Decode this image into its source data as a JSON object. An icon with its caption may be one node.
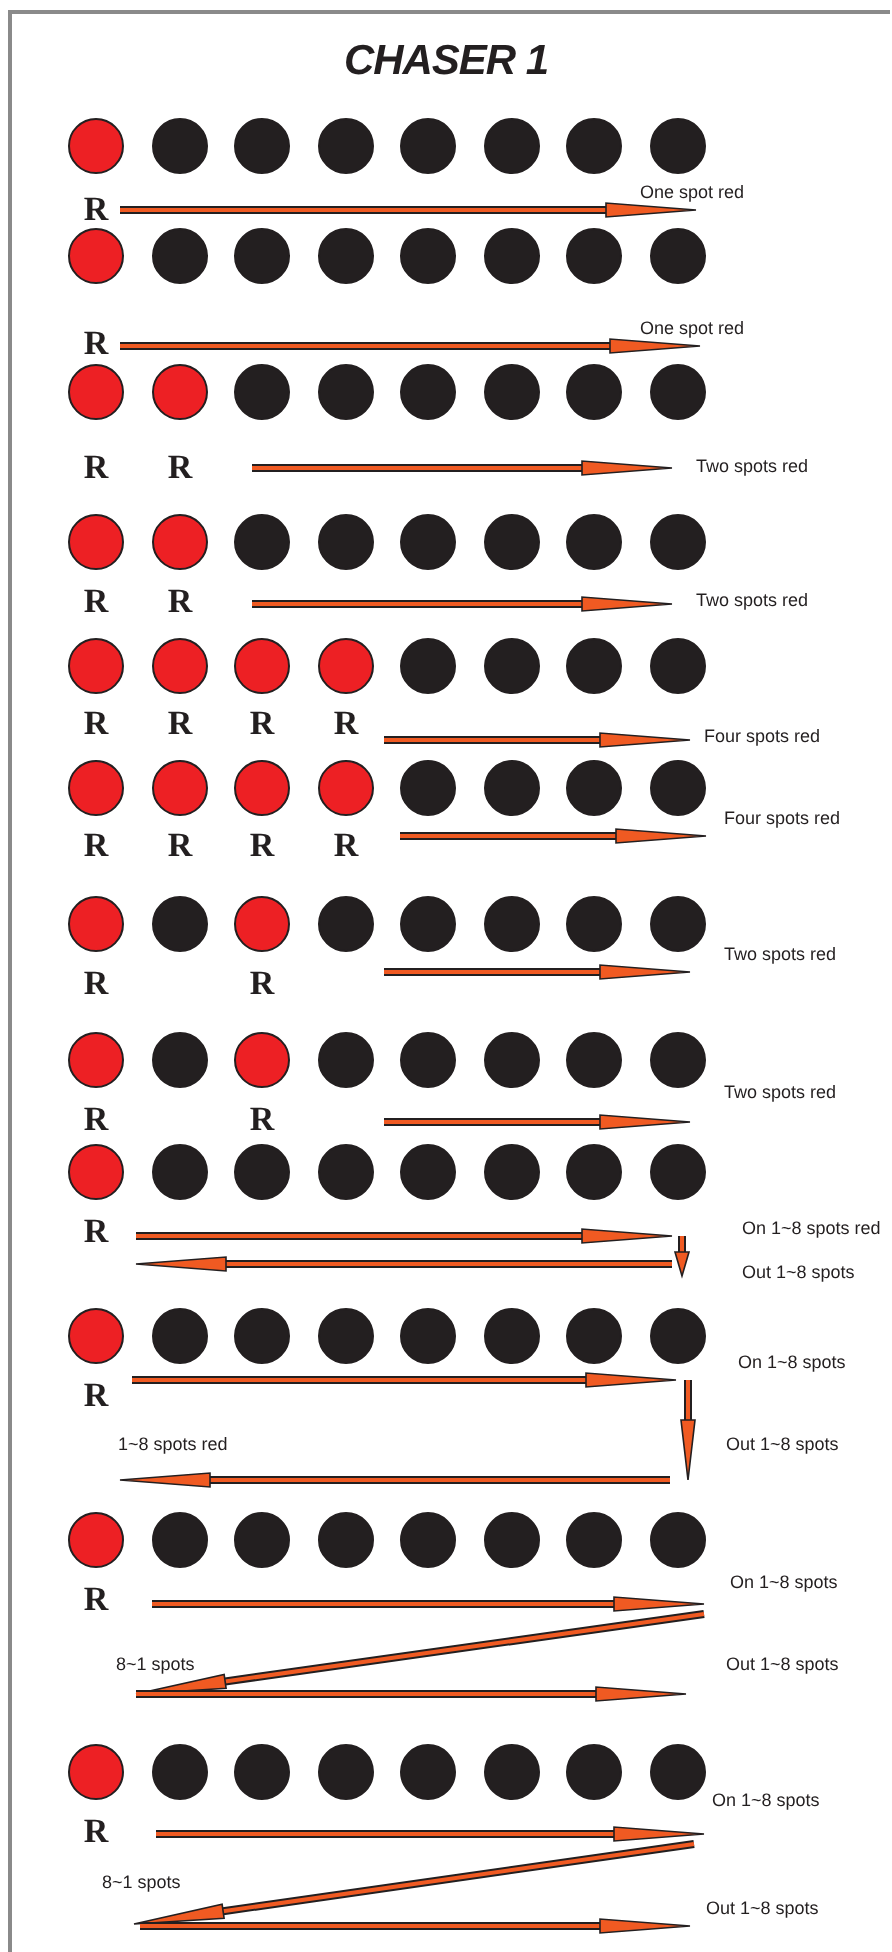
{
  "diagram": {
    "title": "CHASER 1",
    "labels": [
      "R",
      "One spot red",
      "R",
      "One spot red",
      "R",
      "R",
      "Two spots red",
      "R",
      "R",
      "Two spots red",
      "R",
      "R",
      "R",
      "R",
      "Four spots red",
      "R",
      "R",
      "R",
      "R",
      "Four spots red",
      "R",
      "R",
      "Two spots red",
      "R",
      "R",
      "Two spots red",
      "R",
      "On 1~8 spots red",
      "Out 1~8 spots",
      "R",
      "On 1~8 spots",
      "1~8 spots red",
      "Out 1~8 spots",
      "R",
      "On 1~8 spots",
      "8~1 spots",
      "Out 1~8 spots",
      "R",
      "On 1~8 spots",
      "8~1 spots",
      "Out 1~8 spots"
    ]
  }
}
